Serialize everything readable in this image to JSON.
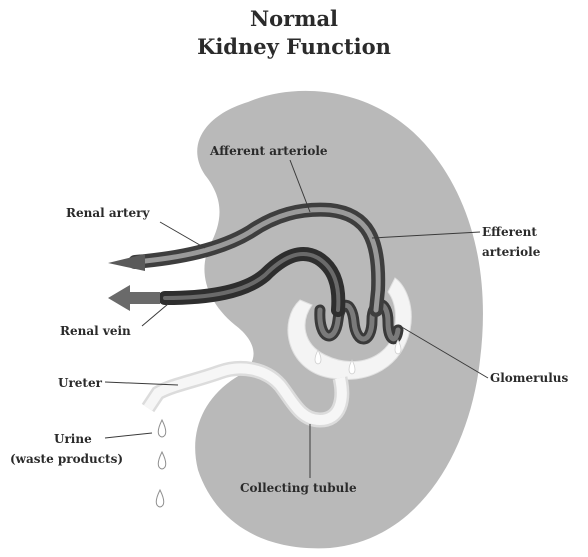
{
  "title": {
    "line1": "Normal",
    "line2": "Kidney Function"
  },
  "labels": {
    "afferent": "Afferent arteriole",
    "renal_artery": "Renal artery",
    "efferent_line1": "Efferent",
    "efferent_line2": "arteriole",
    "renal_vein": "Renal vein",
    "ureter": "Ureter",
    "glomerulus": "Glomerulus",
    "urine_line1": "Urine",
    "urine_line2": "(waste products)",
    "collecting": "Collecting tubule"
  },
  "colors": {
    "kidney": "#b8b8b8",
    "vessel_dark": "#4a4a4a",
    "vessel_light": "#8a8a8a",
    "tubule": "#f2f2f2",
    "text": "#2a2a2a"
  }
}
